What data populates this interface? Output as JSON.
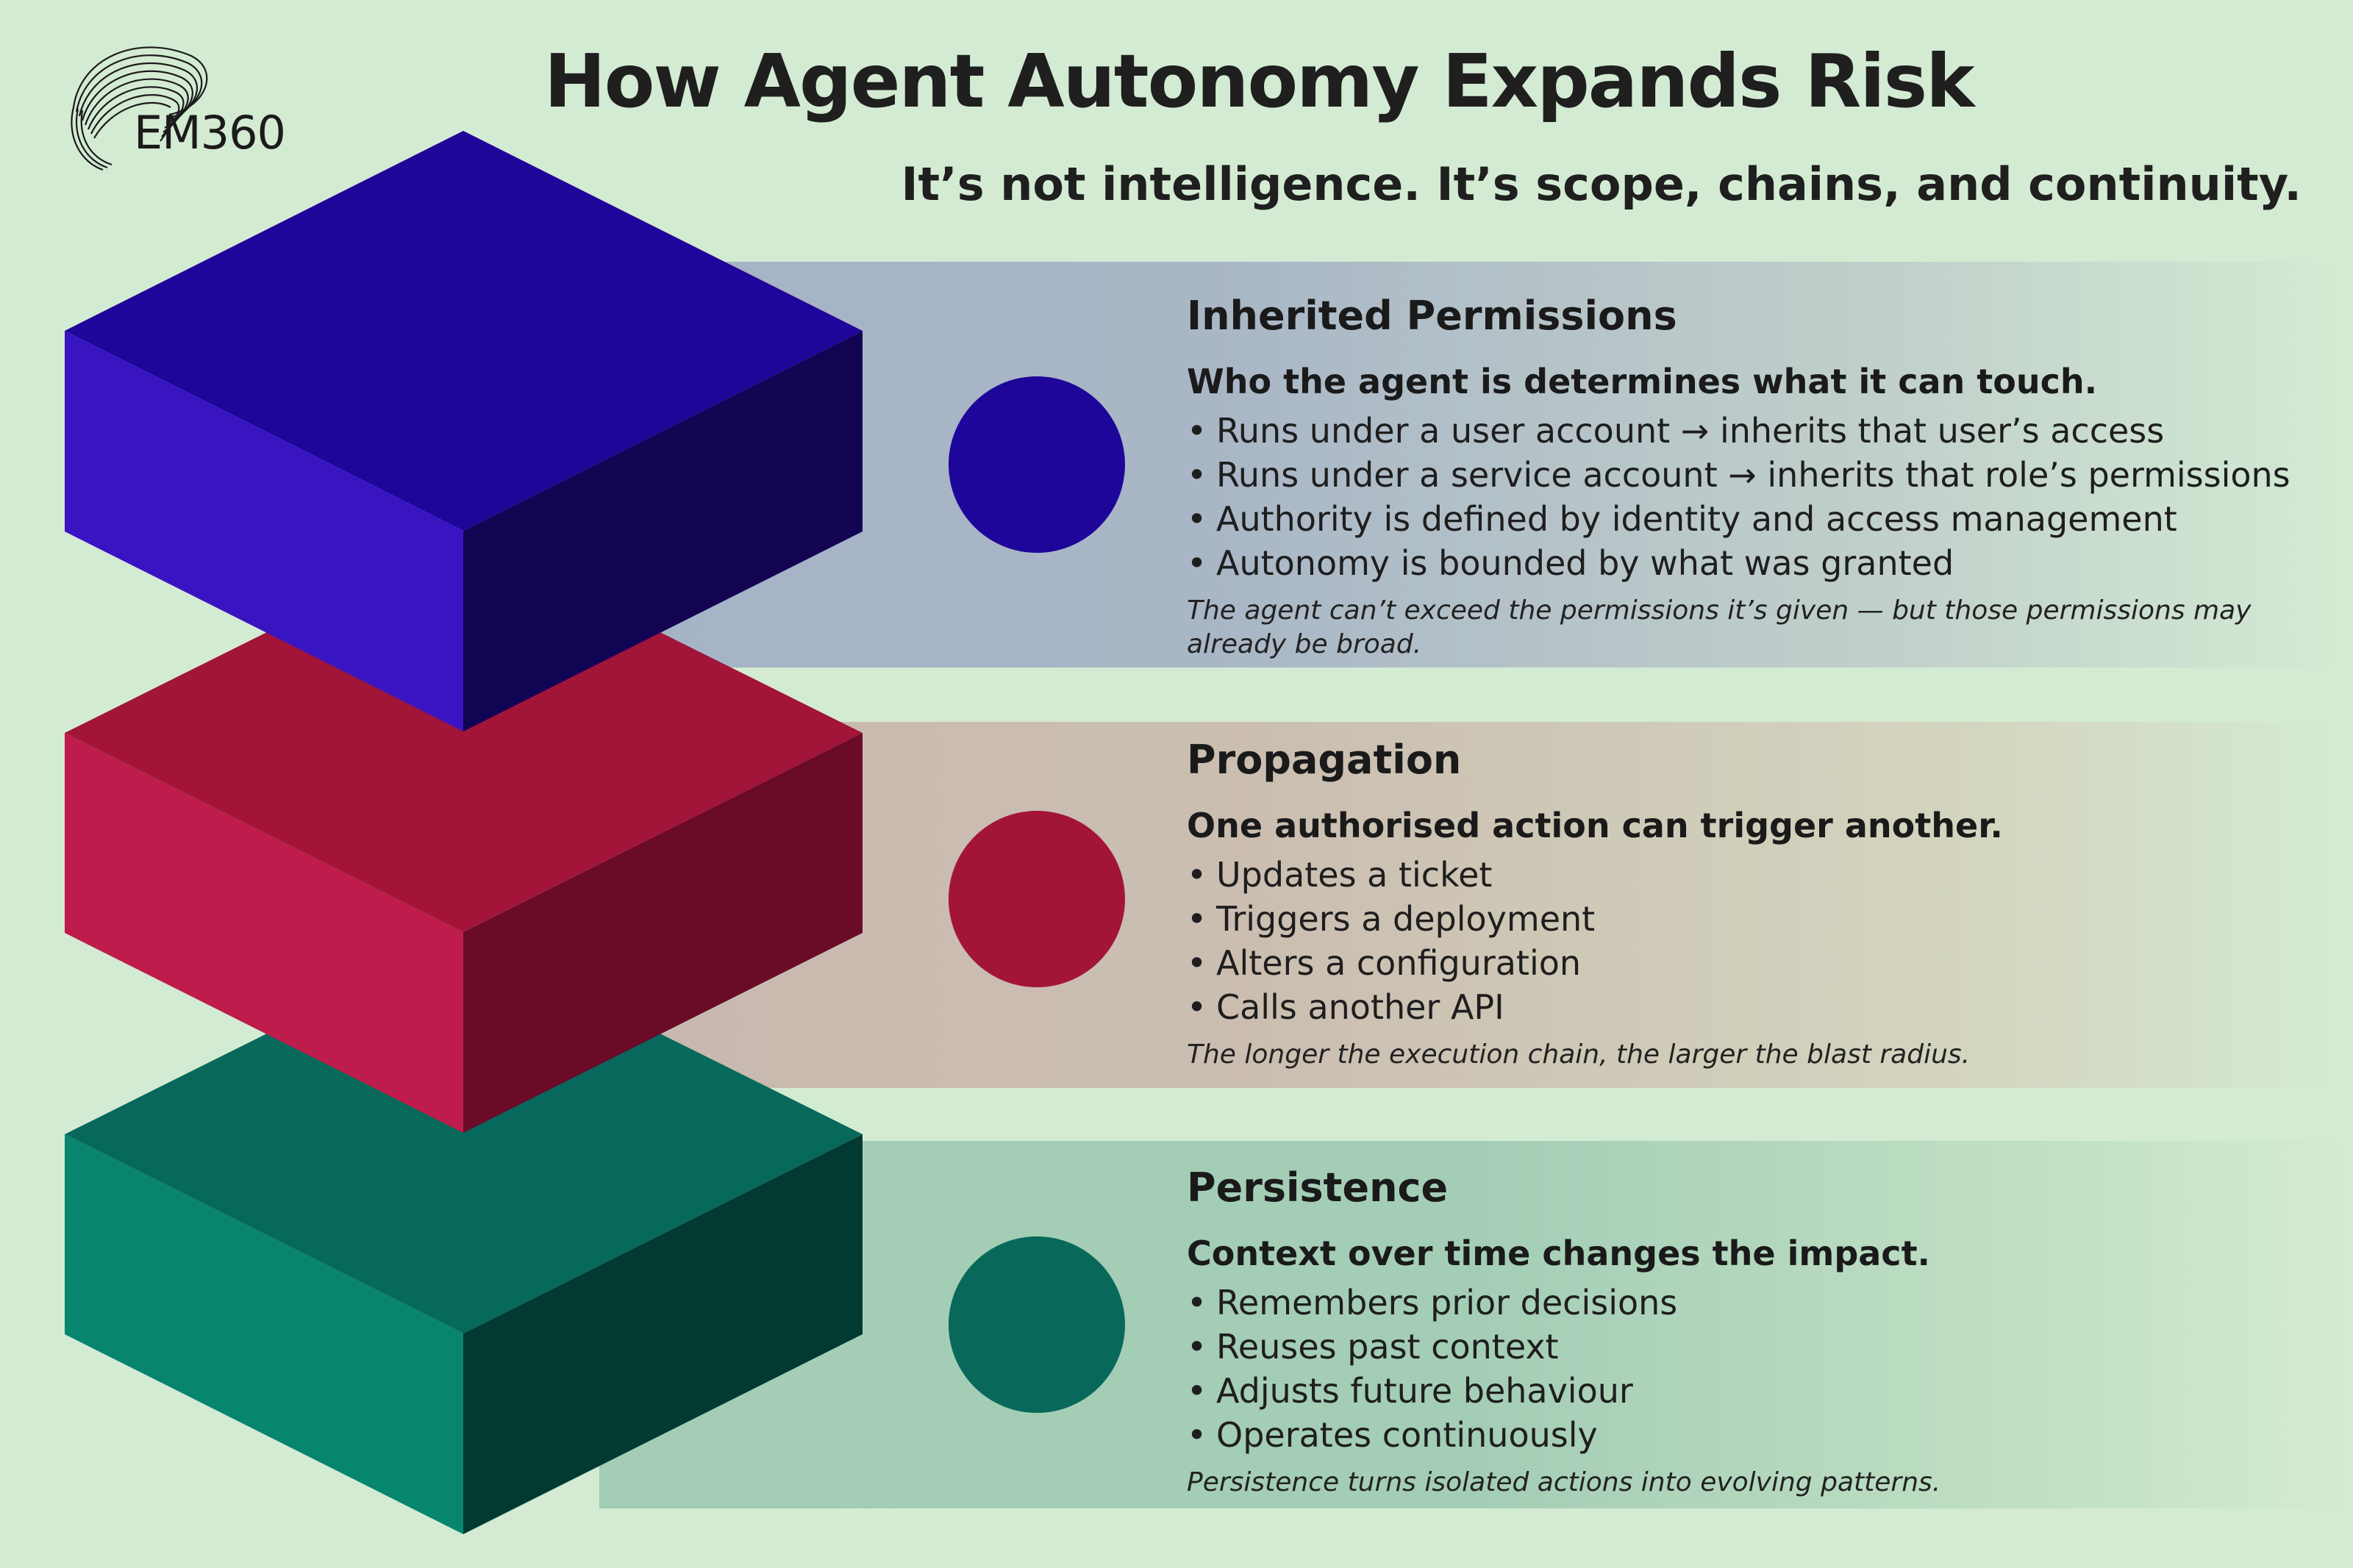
{
  "logo": {
    "text": "EM360"
  },
  "header": {
    "title": "How Agent Autonomy Expands Risk",
    "subtitle": "It’s not intelligence. It’s scope, chains, and continuity."
  },
  "colors": {
    "layer1": "#1f069a",
    "layer2": "#a31439",
    "layer3": "#08695b",
    "background": "#d4ebd3"
  },
  "sections": [
    {
      "title": "Inherited Permissions",
      "lead": "Who the agent is determines what it can touch.",
      "points": [
        "Runs under a user account → inherits that user’s access",
        "Runs under a service account → inherits that role’s permissions",
        "Authority is defined by identity and access management",
        "Autonomy is bounded by what was granted"
      ],
      "note": "The agent can’t exceed the permissions it’s given — but those permissions may already be broad."
    },
    {
      "title": "Propagation",
      "lead": "One authorised action can trigger another.",
      "points": [
        "Updates a ticket",
        "Triggers a deployment",
        "Alters a configuration",
        "Calls another API"
      ],
      "note": "The longer the execution chain, the larger the blast radius."
    },
    {
      "title": "Persistence",
      "lead": "Context over time changes the impact.",
      "points": [
        "Remembers prior decisions",
        "Reuses past context",
        "Adjusts future behaviour",
        "Operates continuously"
      ],
      "note": "Persistence turns isolated actions into evolving patterns."
    }
  ]
}
